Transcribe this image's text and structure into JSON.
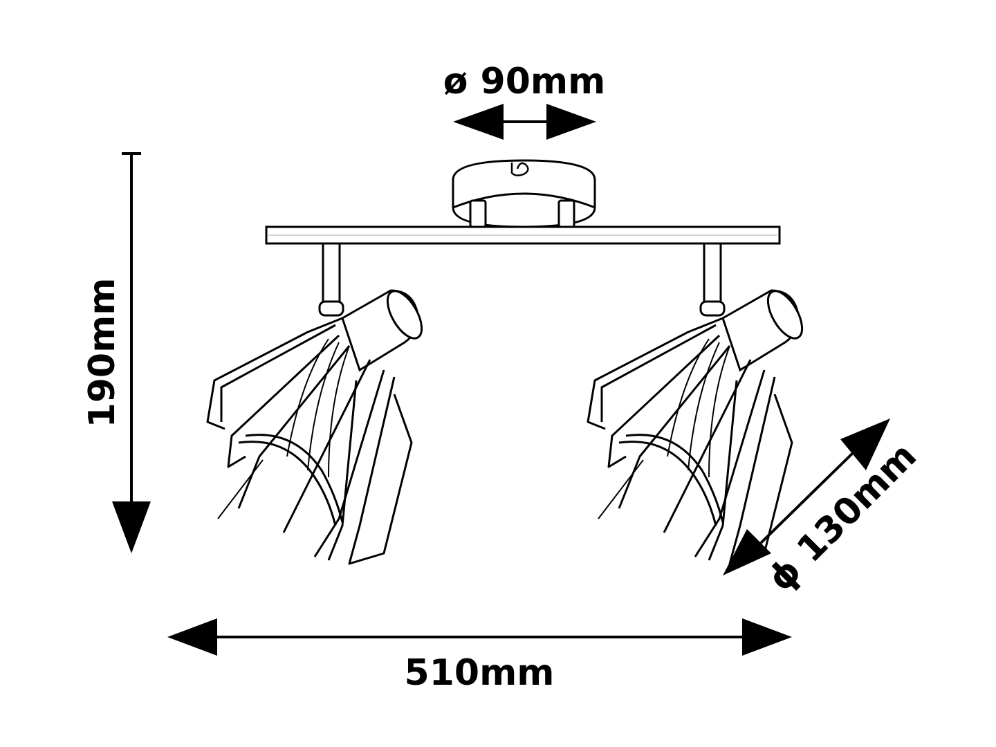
{
  "drawing": {
    "type": "technical dimension drawing",
    "subject": "two-spot ceiling lamp with wire cage shades",
    "line_color": "#000000",
    "background": "#ffffff"
  },
  "dimensions": {
    "canopy_diameter": {
      "symbol": "ø",
      "value": "90mm",
      "label": "ø 90mm"
    },
    "height": {
      "value": "190mm",
      "label": "190mm"
    },
    "width": {
      "value": "510mm",
      "label": "510mm"
    },
    "shade_diameter": {
      "symbol": "ϕ",
      "value": "130mm",
      "label": "ϕ 130mm"
    }
  }
}
